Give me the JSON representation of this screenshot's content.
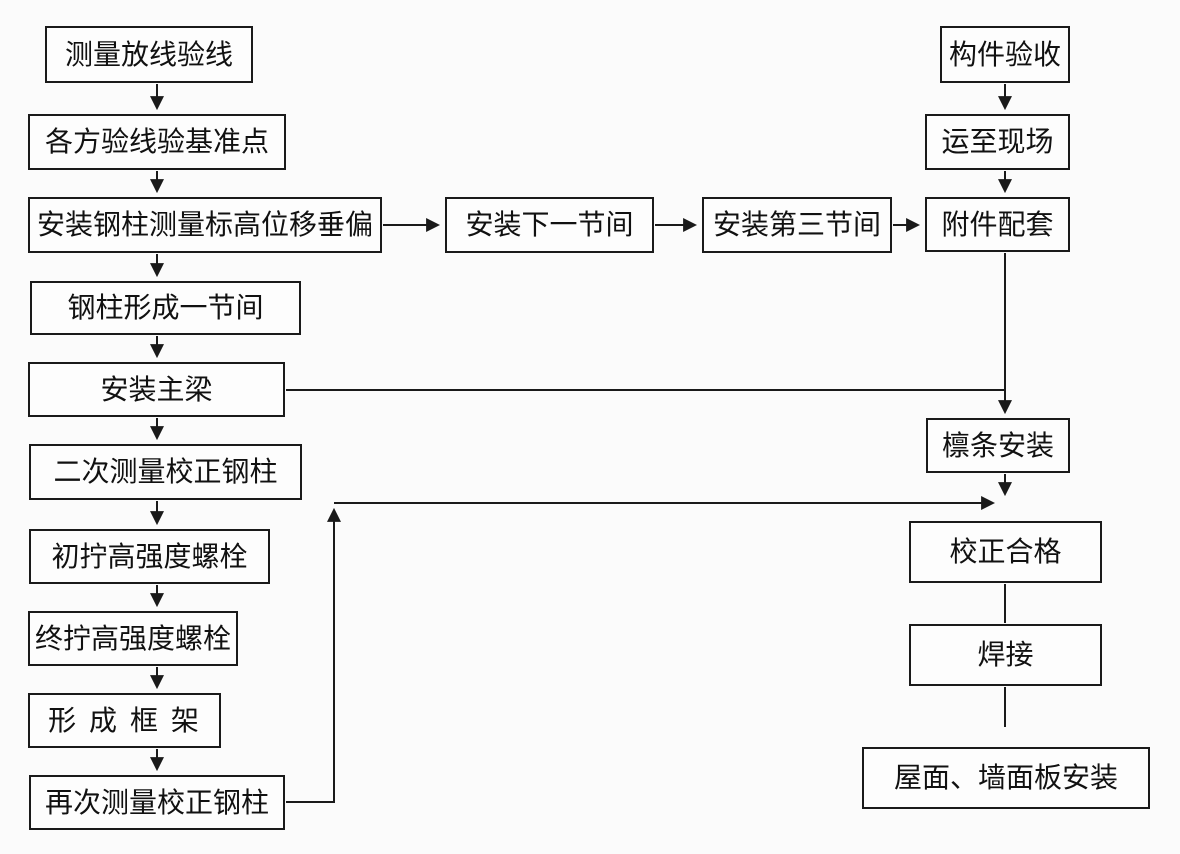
{
  "diagram": {
    "type": "flowchart",
    "colors": {
      "background": "#fbfbfb",
      "line": "#1a1a1a",
      "box_border": "#1a1a1a",
      "text": "#111111"
    },
    "nodes": [
      {
        "id": "survey-setting-out",
        "label": "测量放线验线"
      },
      {
        "id": "parties-verify-datum",
        "label": "各方验线验基准点"
      },
      {
        "id": "install-column-survey",
        "label": "安装钢柱测量标高位移垂偏"
      },
      {
        "id": "column-forms-bay",
        "label": "钢柱形成一节间"
      },
      {
        "id": "install-main-beam",
        "label": "安装主梁"
      },
      {
        "id": "second-survey-correct",
        "label": "二次测量校正钢柱"
      },
      {
        "id": "initial-tighten-bolts",
        "label": "初拧高强度螺栓"
      },
      {
        "id": "final-tighten-bolts",
        "label": "终拧高强度螺栓"
      },
      {
        "id": "form-frame",
        "label": "形 成 框 架"
      },
      {
        "id": "resurvey-correct-column",
        "label": "再次测量校正钢柱"
      },
      {
        "id": "install-next-bay",
        "label": "安装下一节间"
      },
      {
        "id": "install-third-bay",
        "label": "安装第三节间"
      },
      {
        "id": "component-acceptance",
        "label": "构件验收"
      },
      {
        "id": "transport-to-site",
        "label": "运至现场"
      },
      {
        "id": "accessory-matching",
        "label": "附件配套"
      },
      {
        "id": "purlin-installation",
        "label": "檩条安装"
      },
      {
        "id": "correction-qualified",
        "label": "校正合格"
      },
      {
        "id": "welding",
        "label": "焊接"
      },
      {
        "id": "roof-wall-panel-install",
        "label": "屋面、墙面板安装"
      }
    ],
    "edges": [
      "survey-setting-out -> parties-verify-datum",
      "parties-verify-datum -> install-column-survey",
      "install-column-survey -> column-forms-bay",
      "install-column-survey -> install-next-bay",
      "install-next-bay -> install-third-bay",
      "install-third-bay -> accessory-matching",
      "column-forms-bay -> install-main-beam",
      "install-main-beam -> second-survey-correct",
      "install-main-beam -> purlin-installation",
      "second-survey-correct -> initial-tighten-bolts",
      "initial-tighten-bolts -> final-tighten-bolts",
      "final-tighten-bolts -> form-frame",
      "form-frame -> resurvey-correct-column",
      "resurvey-correct-column -> correction-qualified",
      "component-acceptance -> transport-to-site",
      "transport-to-site -> accessory-matching",
      "accessory-matching -> purlin-installation",
      "purlin-installation -> correction-qualified",
      "correction-qualified -> welding",
      "welding -> roof-wall-panel-install"
    ]
  }
}
